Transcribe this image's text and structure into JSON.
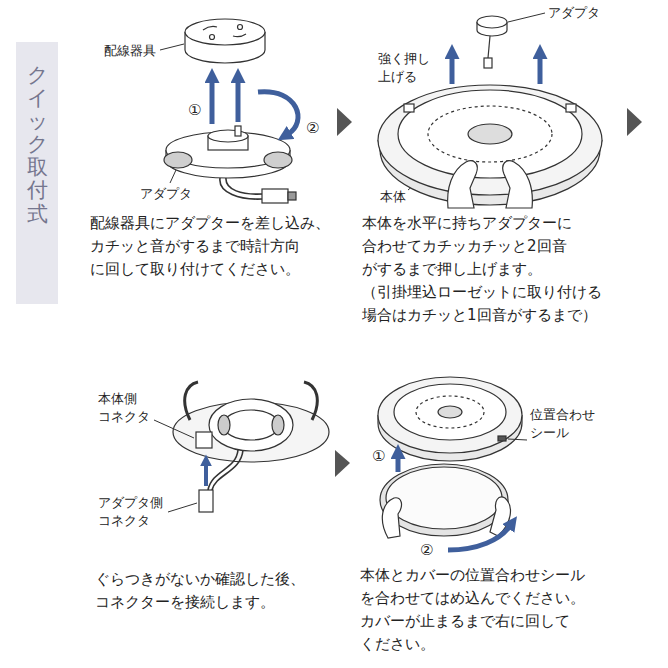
{
  "diagram": {
    "nodes": [
      {
        "text": [
          "クイック取付式"
        ]
      }
    ],
    "labels": [
      "配線器具",
      "①",
      "②",
      "アダプタ",
      "配線器具にアダプターを差し込み、 カチッと音がするまで時計方向 に回して取り付けてください。",
      "強く押し 上げる",
      "アダプタ",
      "本体",
      "本体を水平に持ちアダプターに 合わせてカチッカチッと2回音 がするまで押し上げます。",
      "（引掛埋込ローゼットに取り付ける 場合はカチッと1回音がするまで）",
      "本体側 コネクタ",
      "アダプタ側 コネクタ",
      "ぐらつきがないか確認した後、 コネクターを接続します。",
      "①",
      "位置合わせ シール",
      "②",
      "本体とカバーの位置合わせシール を合わせてはめ込んでください。 カバーが止まるまで右に回して ください。"
    ]
  }
}
